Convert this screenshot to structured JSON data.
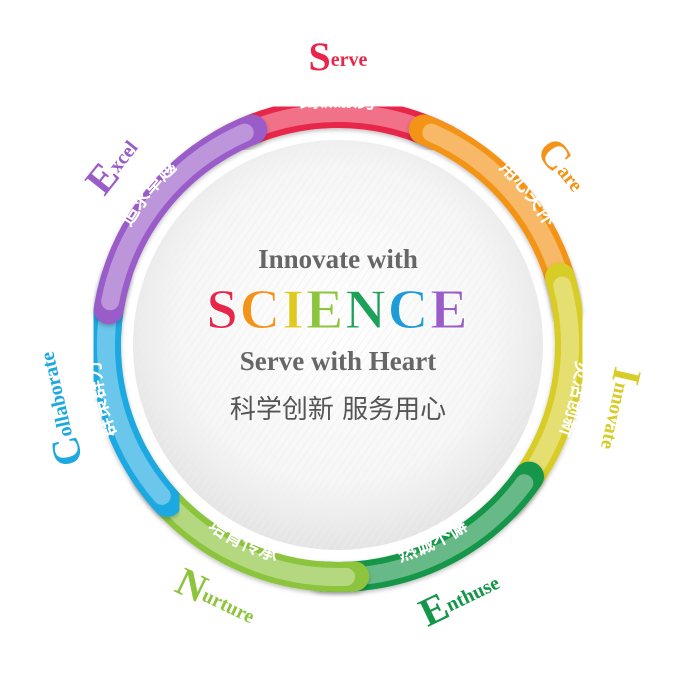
{
  "center": {
    "line1": "Innovate with",
    "science_letters": [
      "S",
      "C",
      "I",
      "E",
      "N",
      "C",
      "E"
    ],
    "science_colors": [
      "#e8264a",
      "#f39419",
      "#e0c81e",
      "#8cc43c",
      "#1ea05a",
      "#1e9cd8",
      "#9a5cc8"
    ],
    "line3": "Serve with Heart",
    "line4": "科学创新 服务用心",
    "text_color": "#666666"
  },
  "segments": [
    {
      "id": "serve",
      "color": "#e8264a",
      "label": "竭诚服务",
      "word_initial": "S",
      "word_rest": "erve"
    },
    {
      "id": "care",
      "color": "#f39419",
      "label": "用心关怀",
      "word_initial": "C",
      "word_rest": "are"
    },
    {
      "id": "innovate",
      "color": "#d8cc28",
      "label": "灵活创新",
      "word_initial": "I",
      "word_rest": "nnovate"
    },
    {
      "id": "enthuse",
      "color": "#14964a",
      "label": "热诚不懈",
      "word_initial": "E",
      "word_rest": "nthuse"
    },
    {
      "id": "nurture",
      "color": "#8cc43c",
      "label": "培育传承",
      "word_initial": "N",
      "word_rest": "urture"
    },
    {
      "id": "collaborate",
      "color": "#1ea8e0",
      "label": "群策群力",
      "word_initial": "C",
      "word_rest": "ollaborate"
    },
    {
      "id": "excel",
      "color": "#9a5cc8",
      "label": "追求卓越",
      "word_initial": "E",
      "word_rest": "xcel"
    }
  ]
}
